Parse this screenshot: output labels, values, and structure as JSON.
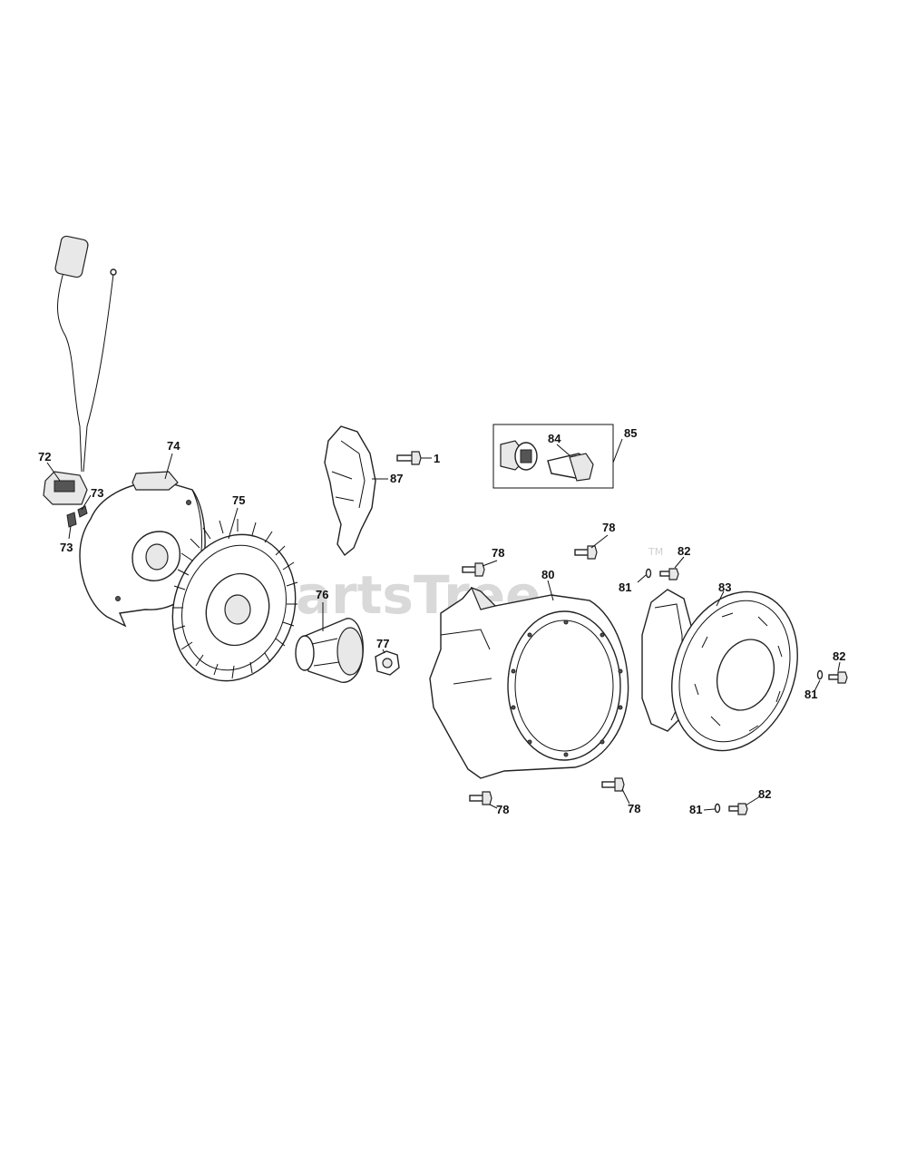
{
  "watermark": {
    "text": "PartsTree",
    "tm": "TM"
  },
  "labels": {
    "l1": "1",
    "l72": "72",
    "l73a": "73",
    "l73b": "73",
    "l74": "74",
    "l75": "75",
    "l76": "76",
    "l77": "77",
    "l78a": "78",
    "l78b": "78",
    "l78c": "78",
    "l78d": "78",
    "l80": "80",
    "l81a": "81",
    "l81b": "81",
    "l81c": "81",
    "l82a": "82",
    "l82b": "82",
    "l82c": "82",
    "l83": "83",
    "l84": "84",
    "l85": "85",
    "l87": "87"
  }
}
